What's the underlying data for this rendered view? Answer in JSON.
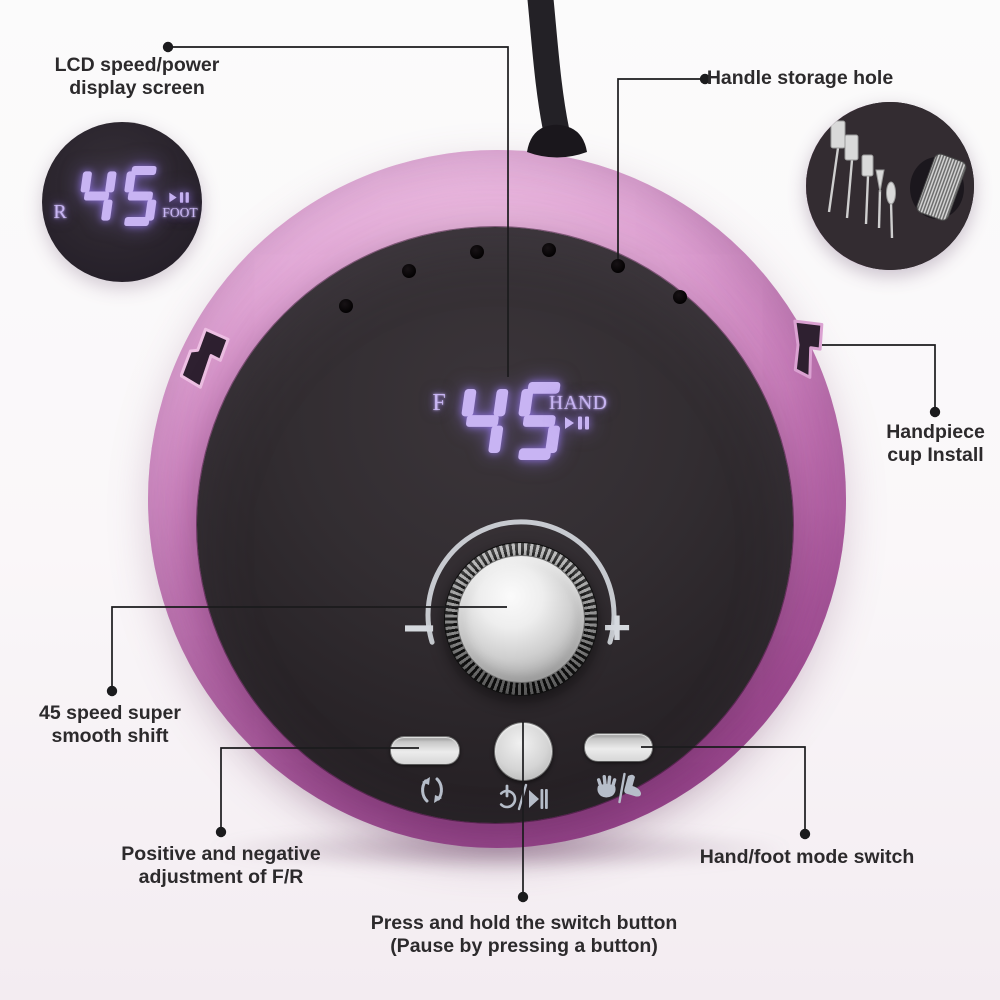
{
  "labels": {
    "lcd": [
      "LCD speed/power",
      "display screen"
    ],
    "handle_hole": "Handle storage hole",
    "handpiece": [
      "Handpiece",
      "cup Install"
    ],
    "speed": [
      "45 speed super",
      "smooth shift"
    ],
    "fr": [
      "Positive and negative",
      "adjustment of F/R"
    ],
    "hand_foot": "Hand/foot mode switch",
    "switch": [
      "Press and hold the switch button",
      "(Pause by pressing a button)"
    ]
  },
  "device_display": {
    "direction": "F",
    "speed": "45",
    "mode": "HAND",
    "playpause_icon": "play-pause"
  },
  "inset_display": {
    "direction": "R",
    "speed": "45",
    "mode": "FOOT",
    "playpause_icon": "play-pause"
  },
  "knob": {
    "minus": "−",
    "plus": "+"
  },
  "buttons": {
    "left_icon": "rotation-direction",
    "center_icon": "power-play-pause",
    "right_icon": "hand-foot"
  },
  "colors": {
    "pink": "#cb74ba",
    "panel": "#272225",
    "led": "#c8b4f3",
    "chrome": "#d6d6d6",
    "callout": "#1b1b1d"
  }
}
